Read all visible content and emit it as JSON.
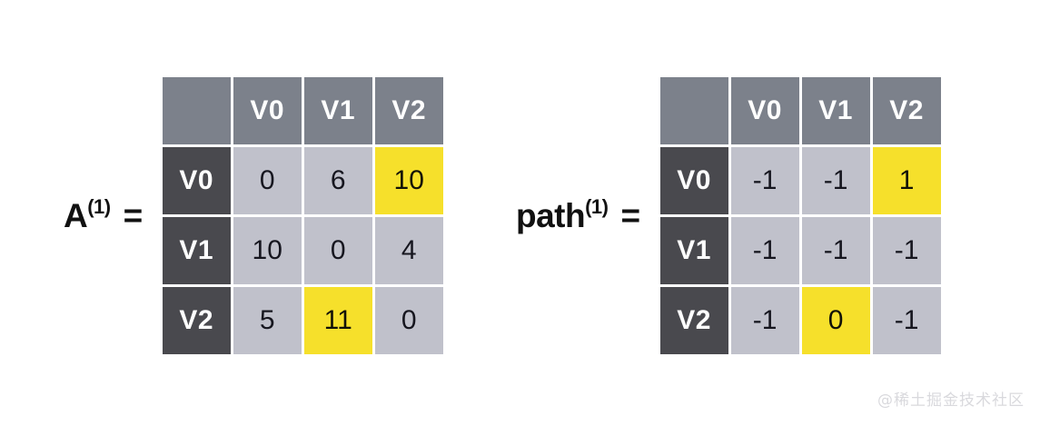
{
  "background_color": "#ffffff",
  "palette": {
    "header_gray": "#7c818b",
    "row_header_gray": "#49494e",
    "cell_gray": "#c0c1cb",
    "highlight_yellow": "#f6e02b",
    "value_text": "#16161f",
    "header_text": "#ffffff",
    "label_text": "#111111",
    "watermark_text": "#d9d9dd"
  },
  "matrices": [
    {
      "id": "A",
      "label": {
        "base": "A",
        "superscript": "(1)",
        "equals": "="
      },
      "corner_label": "",
      "column_headers": [
        "V0",
        "V1",
        "V2"
      ],
      "row_headers": [
        "V0",
        "V1",
        "V2"
      ],
      "rows": [
        [
          {
            "value": "0",
            "highlighted": false
          },
          {
            "value": "6",
            "highlighted": false
          },
          {
            "value": "10",
            "highlighted": true
          }
        ],
        [
          {
            "value": "10",
            "highlighted": false
          },
          {
            "value": "0",
            "highlighted": false
          },
          {
            "value": "4",
            "highlighted": false
          }
        ],
        [
          {
            "value": "5",
            "highlighted": false
          },
          {
            "value": "11",
            "highlighted": true
          },
          {
            "value": "0",
            "highlighted": false
          }
        ]
      ]
    },
    {
      "id": "path",
      "label": {
        "base": "path",
        "superscript": "(1)",
        "equals": "="
      },
      "corner_label": "",
      "column_headers": [
        "V0",
        "V1",
        "V2"
      ],
      "row_headers": [
        "V0",
        "V1",
        "V2"
      ],
      "rows": [
        [
          {
            "value": "-1",
            "highlighted": false
          },
          {
            "value": "-1",
            "highlighted": false
          },
          {
            "value": "1",
            "highlighted": true
          }
        ],
        [
          {
            "value": "-1",
            "highlighted": false
          },
          {
            "value": "-1",
            "highlighted": false
          },
          {
            "value": "-1",
            "highlighted": false
          }
        ],
        [
          {
            "value": "-1",
            "highlighted": false
          },
          {
            "value": "0",
            "highlighted": true
          },
          {
            "value": "-1",
            "highlighted": false
          }
        ]
      ]
    }
  ],
  "watermark": {
    "text": "@稀土掘金技术社区"
  }
}
